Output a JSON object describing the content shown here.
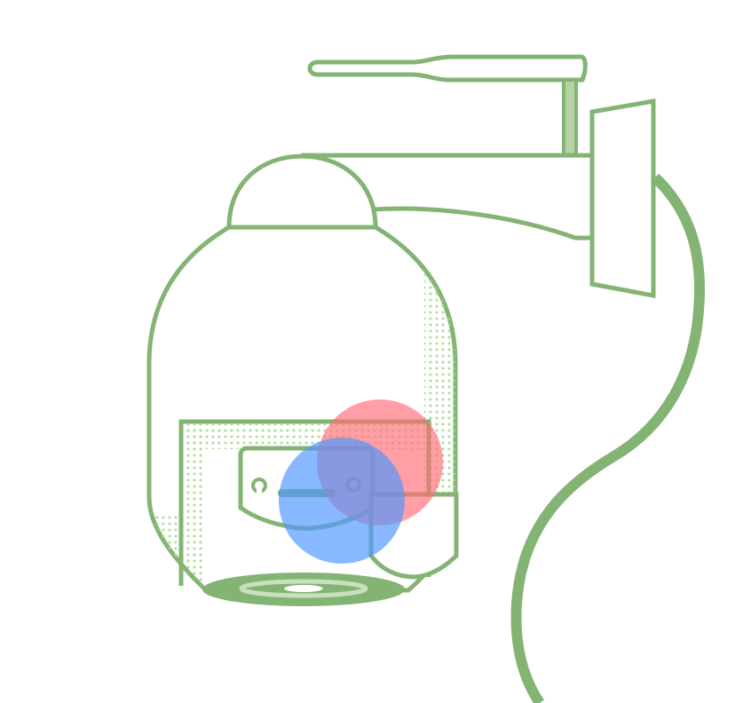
{
  "illustration": {
    "subject": "security-camera",
    "colors": {
      "outline": "#84b474",
      "light_fill": "#b3d3a5",
      "dots": "#a9df95",
      "lens_highlight": "#c7e0bd",
      "red_circle": "#ff6b75",
      "blue_circle": "#4f97ff",
      "background": "#ffffff"
    },
    "overlays": [
      {
        "name": "red-circle",
        "color": "#ff6b75",
        "opacity": 0.65
      },
      {
        "name": "blue-circle",
        "color": "#4f97ff",
        "opacity": 0.68
      }
    ]
  }
}
